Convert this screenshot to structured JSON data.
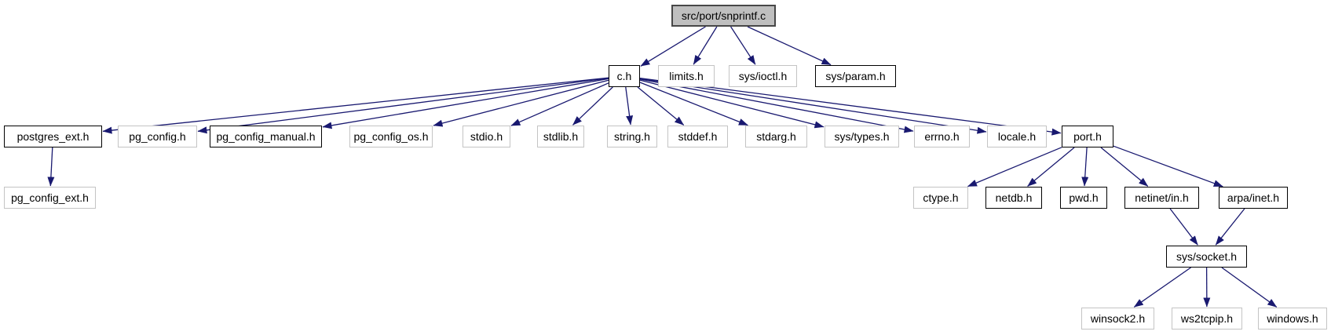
{
  "colors": {
    "edge": "#191970",
    "node_fill": "#ffffff",
    "main_node_fill": "#bfbfbf",
    "linked_node_border": "#000000",
    "plain_node_border": "#c4c4c4",
    "text": "#000000"
  },
  "diagram": {
    "type": "include-dependency-graph",
    "root": "src/port/snprintf.c",
    "nodes": [
      {
        "id": "main",
        "label": "src/port/snprintf.c",
        "kind": "main"
      },
      {
        "id": "c",
        "label": "c.h",
        "kind": "linked"
      },
      {
        "id": "limits",
        "label": "limits.h",
        "kind": "plain"
      },
      {
        "id": "ioctl",
        "label": "sys/ioctl.h",
        "kind": "plain"
      },
      {
        "id": "param",
        "label": "sys/param.h",
        "kind": "linked"
      },
      {
        "id": "postgres_ext",
        "label": "postgres_ext.h",
        "kind": "linked"
      },
      {
        "id": "pg_config",
        "label": "pg_config.h",
        "kind": "plain"
      },
      {
        "id": "pg_config_manual",
        "label": "pg_config_manual.h",
        "kind": "linked"
      },
      {
        "id": "pg_config_os",
        "label": "pg_config_os.h",
        "kind": "plain"
      },
      {
        "id": "stdio",
        "label": "stdio.h",
        "kind": "plain"
      },
      {
        "id": "stdlib",
        "label": "stdlib.h",
        "kind": "plain"
      },
      {
        "id": "string",
        "label": "string.h",
        "kind": "plain"
      },
      {
        "id": "stddef",
        "label": "stddef.h",
        "kind": "plain"
      },
      {
        "id": "stdarg",
        "label": "stdarg.h",
        "kind": "plain"
      },
      {
        "id": "types",
        "label": "sys/types.h",
        "kind": "plain"
      },
      {
        "id": "errno",
        "label": "errno.h",
        "kind": "plain"
      },
      {
        "id": "locale",
        "label": "locale.h",
        "kind": "plain"
      },
      {
        "id": "port",
        "label": "port.h",
        "kind": "linked"
      },
      {
        "id": "pg_config_ext",
        "label": "pg_config_ext.h",
        "kind": "plain"
      },
      {
        "id": "ctype",
        "label": "ctype.h",
        "kind": "plain"
      },
      {
        "id": "netdb",
        "label": "netdb.h",
        "kind": "linked"
      },
      {
        "id": "pwd",
        "label": "pwd.h",
        "kind": "linked"
      },
      {
        "id": "netinet_in",
        "label": "netinet/in.h",
        "kind": "linked"
      },
      {
        "id": "arpa_inet",
        "label": "arpa/inet.h",
        "kind": "linked"
      },
      {
        "id": "socket",
        "label": "sys/socket.h",
        "kind": "linked"
      },
      {
        "id": "winsock2",
        "label": "winsock2.h",
        "kind": "plain"
      },
      {
        "id": "ws2tcpip",
        "label": "ws2tcpip.h",
        "kind": "plain"
      },
      {
        "id": "windows",
        "label": "windows.h",
        "kind": "plain"
      }
    ],
    "edges": [
      {
        "from": "main",
        "to": "c"
      },
      {
        "from": "main",
        "to": "limits"
      },
      {
        "from": "main",
        "to": "ioctl"
      },
      {
        "from": "main",
        "to": "param"
      },
      {
        "from": "c",
        "to": "postgres_ext"
      },
      {
        "from": "c",
        "to": "pg_config"
      },
      {
        "from": "c",
        "to": "pg_config_manual"
      },
      {
        "from": "c",
        "to": "pg_config_os"
      },
      {
        "from": "c",
        "to": "stdio"
      },
      {
        "from": "c",
        "to": "stdlib"
      },
      {
        "from": "c",
        "to": "string"
      },
      {
        "from": "c",
        "to": "stddef"
      },
      {
        "from": "c",
        "to": "stdarg"
      },
      {
        "from": "c",
        "to": "types"
      },
      {
        "from": "c",
        "to": "errno"
      },
      {
        "from": "c",
        "to": "locale"
      },
      {
        "from": "c",
        "to": "port"
      },
      {
        "from": "postgres_ext",
        "to": "pg_config_ext"
      },
      {
        "from": "port",
        "to": "ctype"
      },
      {
        "from": "port",
        "to": "netdb"
      },
      {
        "from": "port",
        "to": "pwd"
      },
      {
        "from": "port",
        "to": "netinet_in"
      },
      {
        "from": "port",
        "to": "arpa_inet"
      },
      {
        "from": "netinet_in",
        "to": "socket"
      },
      {
        "from": "arpa_inet",
        "to": "socket"
      },
      {
        "from": "socket",
        "to": "winsock2"
      },
      {
        "from": "socket",
        "to": "ws2tcpip"
      },
      {
        "from": "socket",
        "to": "windows"
      }
    ]
  }
}
